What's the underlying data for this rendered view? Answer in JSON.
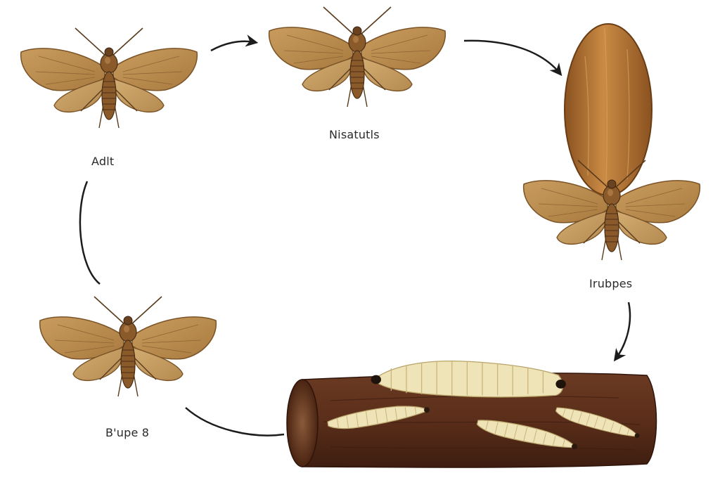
{
  "labels": {
    "adult_top_left": "Adlt",
    "top_center": "Nisatutls",
    "right": "Irubpes",
    "bottom_left": "B'upe 8"
  },
  "stages": [
    {
      "name": "moth-adult-top-left"
    },
    {
      "name": "moth-top-center"
    },
    {
      "name": "cocoon-with-moth"
    },
    {
      "name": "larvae-on-log"
    },
    {
      "name": "moth-bottom-left"
    }
  ],
  "colors": {
    "wing": "#b98a4e",
    "wing_dark": "#7a5428",
    "body": "#8a5a2b",
    "cocoon": "#b0712f",
    "log": "#5a2e1a",
    "larva": "#efe3b8",
    "arrow": "#1c1c1c"
  }
}
